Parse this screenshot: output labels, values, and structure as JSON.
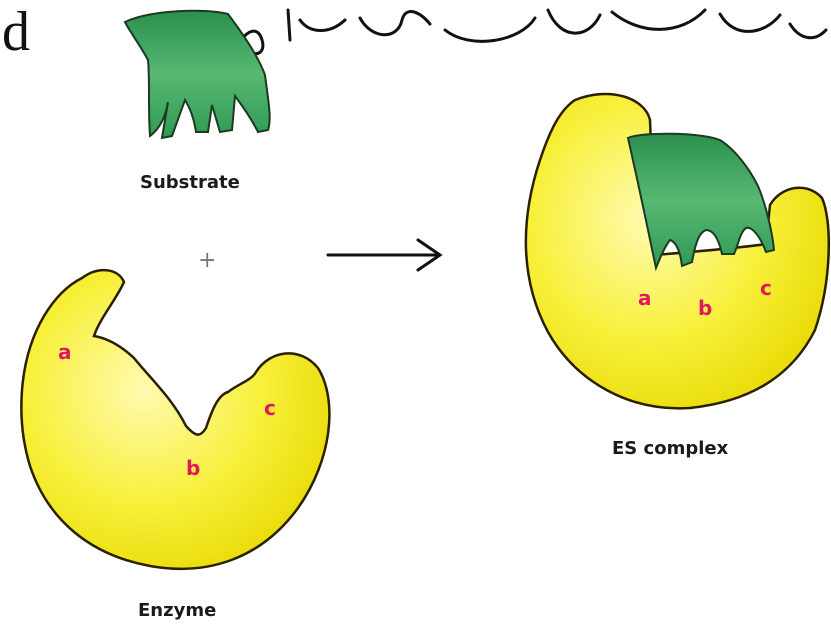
{
  "diagram": {
    "fragment_text": "d",
    "substrate_label": "Substrate",
    "enzyme_label": "Enzyme",
    "complex_label": "ES complex",
    "plus_sign": "+",
    "sites": {
      "a": "a",
      "b": "b",
      "c": "c"
    },
    "handwriting_note": "شكل الموقع الكتمي",
    "colors": {
      "enzyme_fill": "#f5f020",
      "enzyme_highlight": "#fffbb0",
      "enzyme_outline": "#2a2000",
      "substrate_fill": "#2f9a55",
      "substrate_highlight": "#7fcf95",
      "site_label": "#e0195a",
      "arrow": "#111111"
    }
  }
}
